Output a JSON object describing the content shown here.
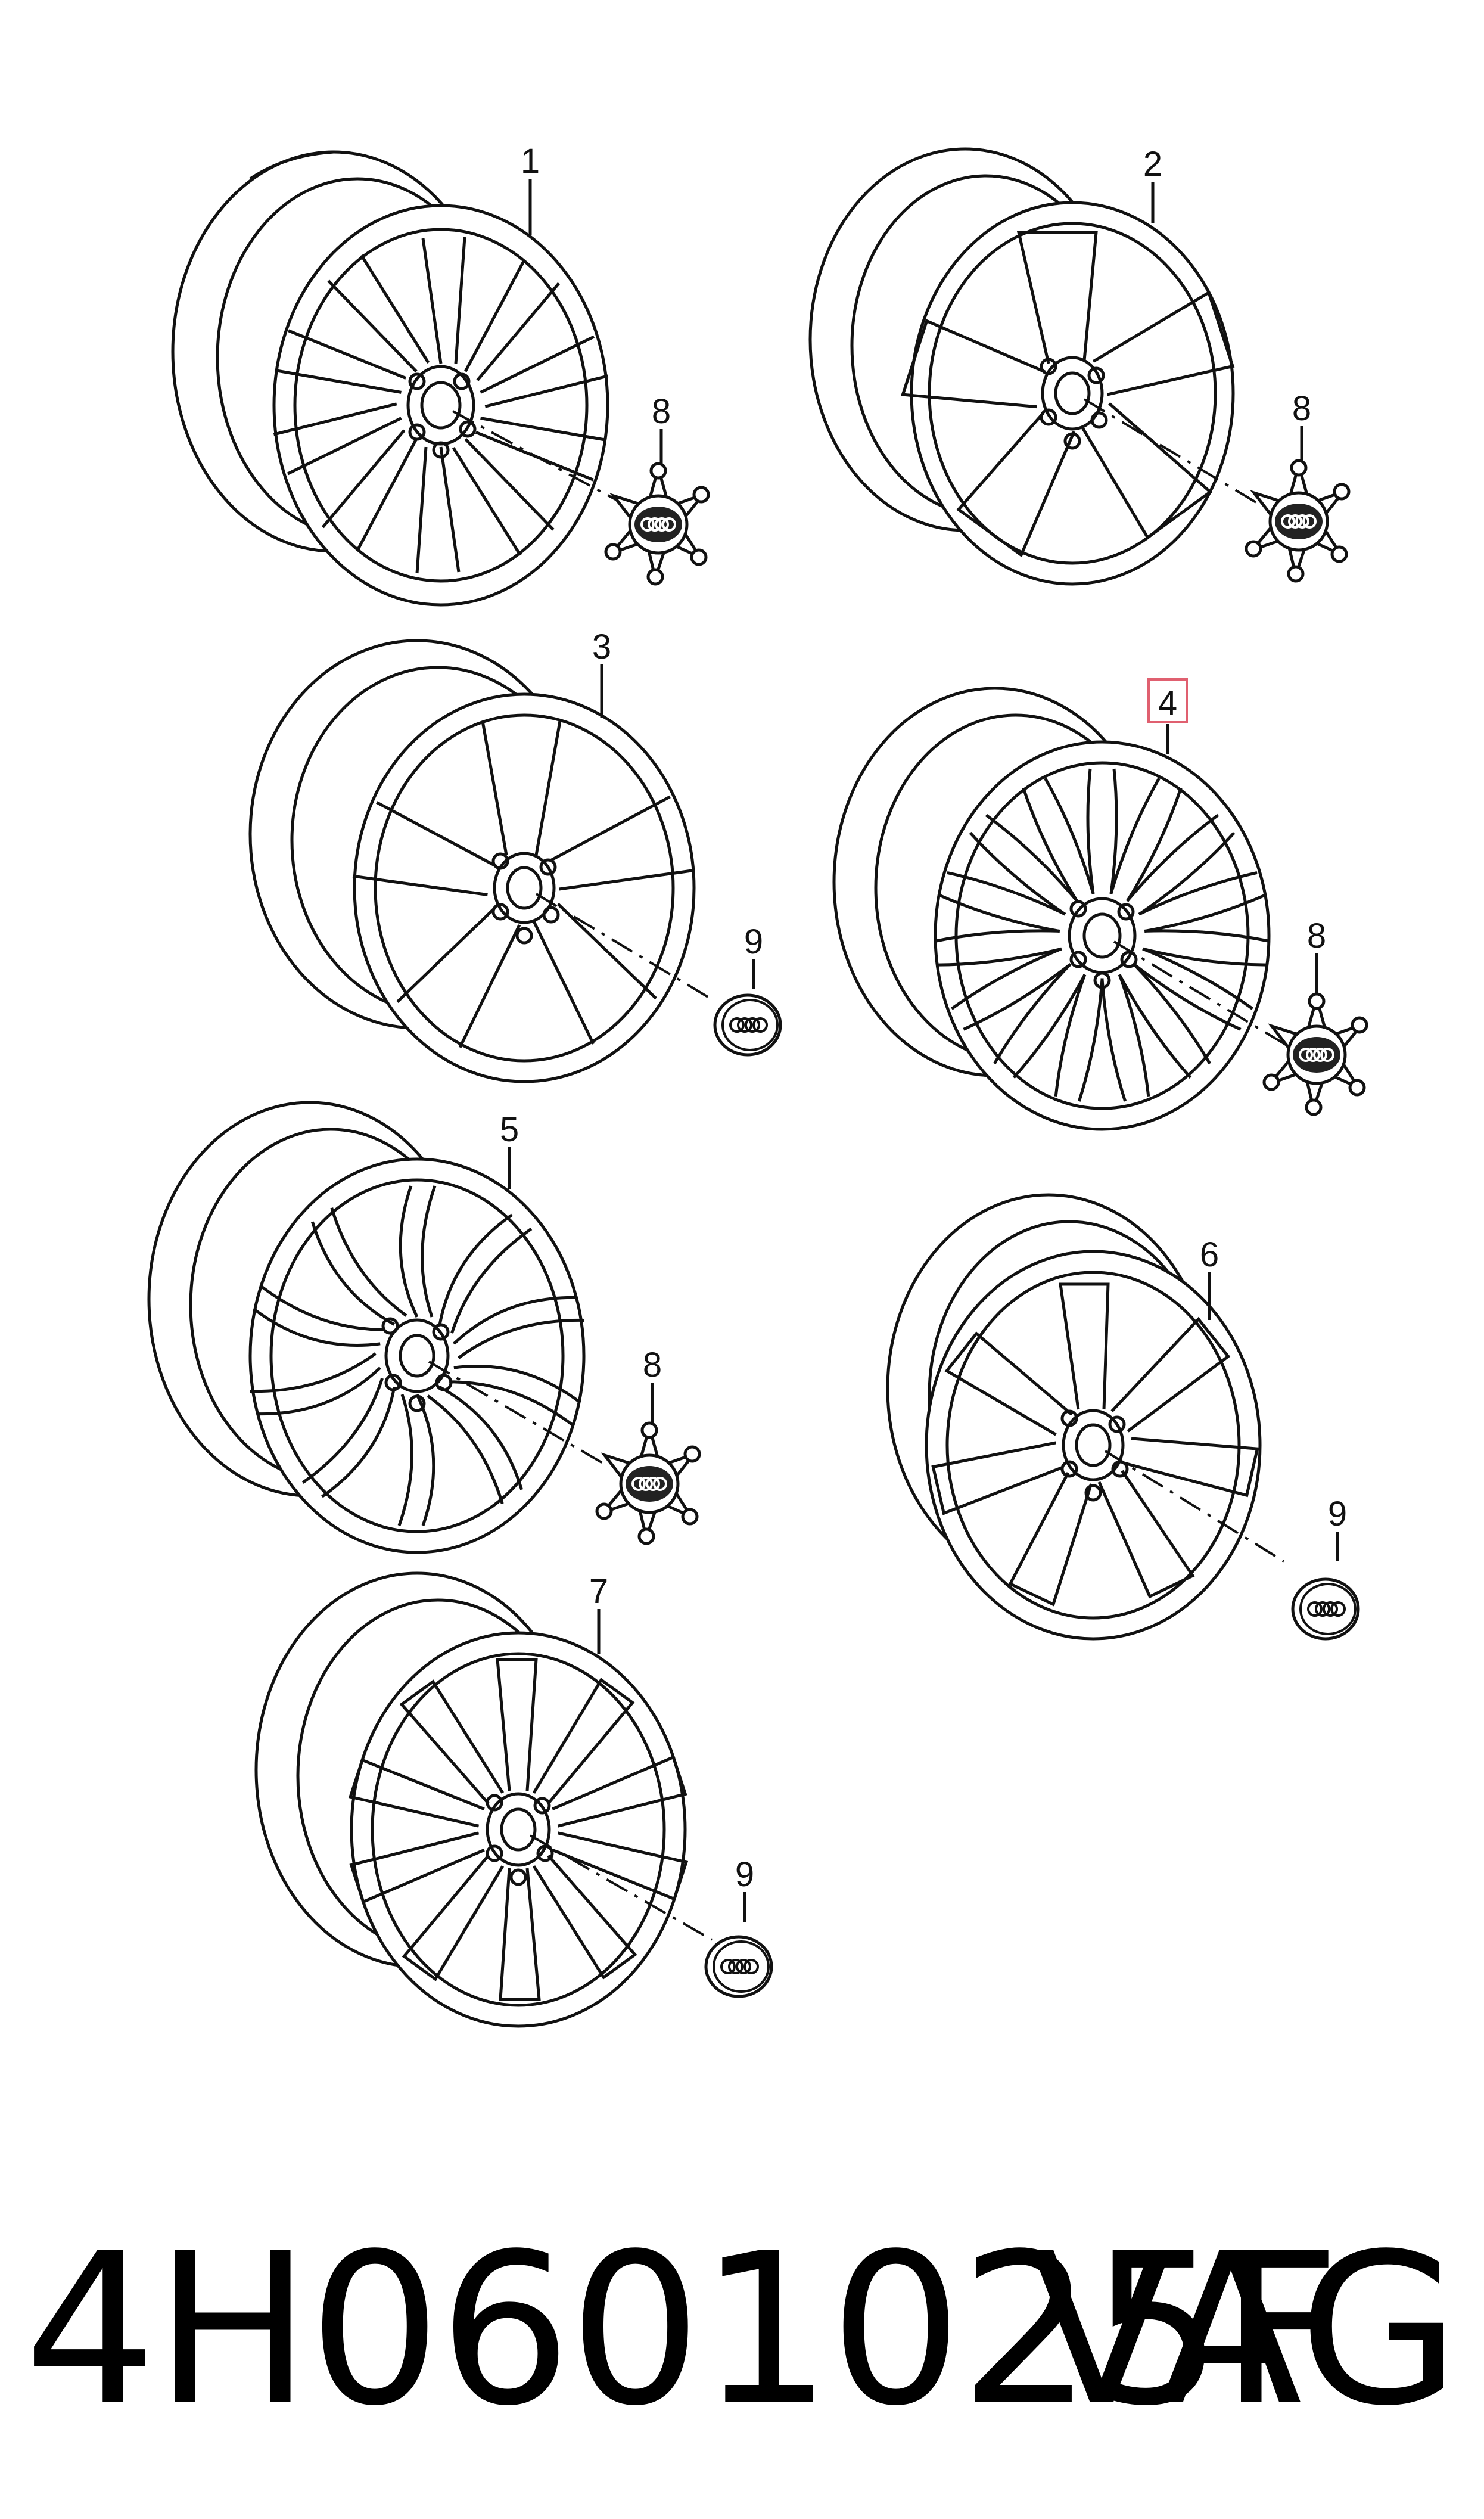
{
  "diagram": {
    "callouts": [
      {
        "label": "1",
        "role": "wheel"
      },
      {
        "label": "2",
        "role": "wheel"
      },
      {
        "label": "3",
        "role": "wheel"
      },
      {
        "label": "4",
        "role": "wheel",
        "highlighted": true
      },
      {
        "label": "5",
        "role": "wheel"
      },
      {
        "label": "6",
        "role": "wheel"
      },
      {
        "label": "7",
        "role": "wheel"
      },
      {
        "label": "8",
        "role": "hub-cap-spider"
      },
      {
        "label": "8",
        "role": "hub-cap-spider"
      },
      {
        "label": "9",
        "role": "hub-cap-round"
      },
      {
        "label": "8",
        "role": "hub-cap-spider"
      },
      {
        "label": "8",
        "role": "hub-cap-spider"
      },
      {
        "label": "9",
        "role": "hub-cap-round"
      },
      {
        "label": "9",
        "role": "hub-cap-round"
      }
    ],
    "highlight_color": "#e06070",
    "line_color": "#111111"
  },
  "footer": {
    "part_number": "4H0601025F",
    "brand": "VAG"
  }
}
